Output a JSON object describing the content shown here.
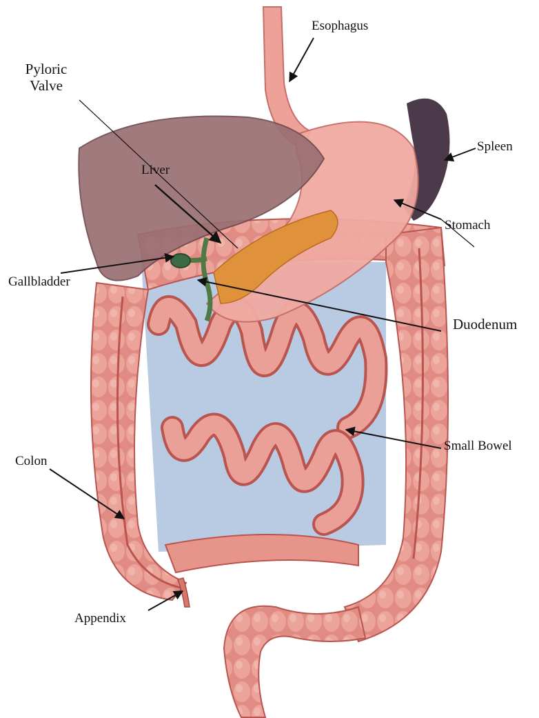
{
  "labels": {
    "esophagus": "Esophagus",
    "pyloric_valve_line1": "Pyloric",
    "pyloric_valve_line2": "Valve",
    "liver": "Liver",
    "spleen": "Spleen",
    "stomach": "Stomach",
    "gallbladder": "Gallbladder",
    "duodenum": "Duodenum",
    "colon": "Colon",
    "small_bowel": "Small Bowel",
    "appendix": "Appendix"
  },
  "colors": {
    "intestine": "#e7948a",
    "intestine_dark": "#b9544e",
    "liver": "#9a6f74",
    "stomach": "#f0aaa2",
    "pancreas": "#e0923a",
    "spleen": "#4b3b4a",
    "background_cavity": "#b9cbe3",
    "bile_duct": "#4f7a46"
  }
}
